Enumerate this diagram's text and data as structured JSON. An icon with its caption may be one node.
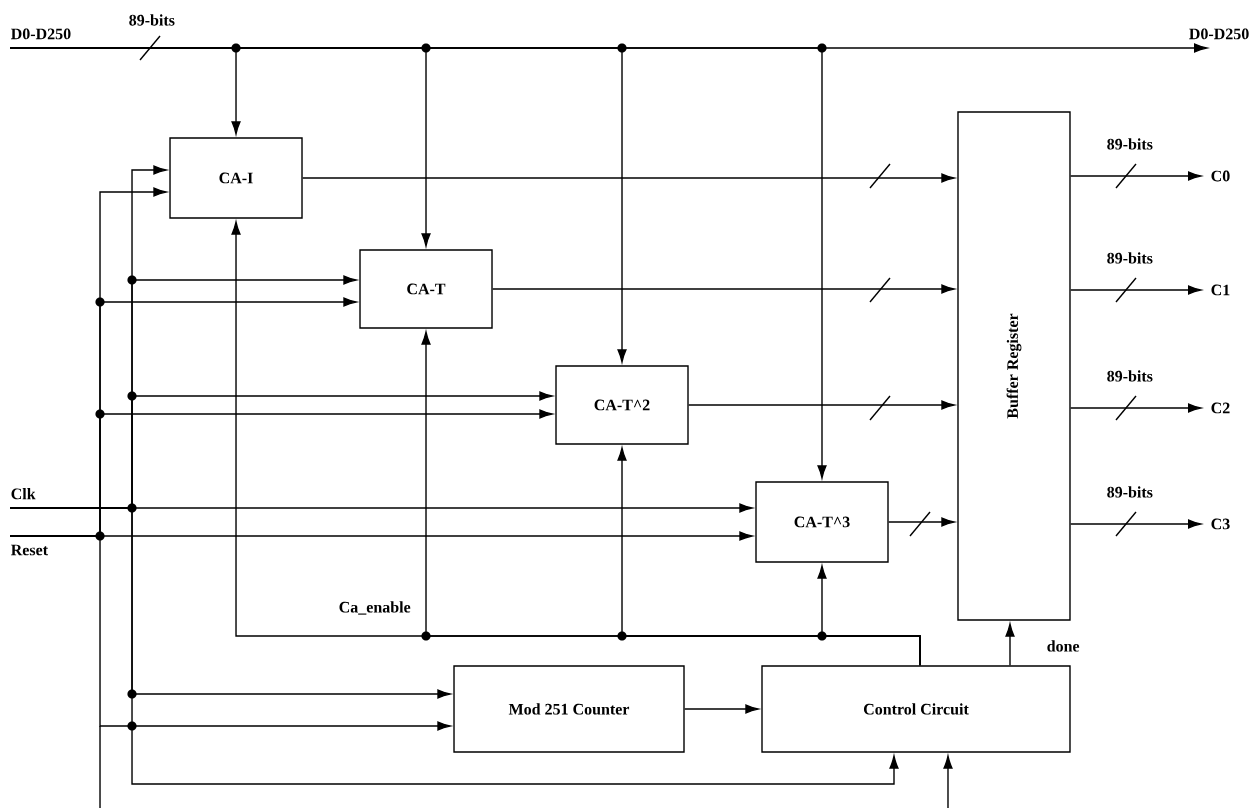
{
  "diagram": {
    "nodes": [
      {
        "text": [
          "D0-D250"
        ]
      },
      {
        "text": [
          "D0-D250"
        ]
      },
      {
        "text": [
          "CA-I"
        ]
      },
      {
        "text": [
          "CA-T"
        ]
      },
      {
        "text": [
          "CA-T^2"
        ]
      },
      {
        "text": [
          "Buffer Register"
        ]
      },
      {
        "text": [
          "C0"
        ]
      },
      {
        "text": [
          "C1"
        ]
      },
      {
        "text": [
          "C2"
        ]
      },
      {
        "text": [
          "C3"
        ]
      },
      {
        "text": [
          "Clk"
        ]
      },
      {
        "text": [
          "CA-T^3"
        ]
      },
      {
        "text": [
          "Reset"
        ]
      },
      {
        "text": [
          "Mod 251 Counter"
        ]
      },
      {
        "text": [
          "Control Circuit"
        ]
      }
    ],
    "edges": [
      {
        "from": 0,
        "to": 1,
        "arrow": "to",
        "label": "89-bits"
      },
      {
        "from": 0,
        "to": 2,
        "arrow": "to"
      },
      {
        "from": 0,
        "to": 3,
        "arrow": "to"
      },
      {
        "from": 0,
        "to": 4,
        "arrow": "to"
      },
      {
        "from": 0,
        "to": 11,
        "arrow": "to"
      },
      {
        "from": 2,
        "to": 5,
        "arrow": "to"
      },
      {
        "from": 3,
        "to": 5,
        "arrow": "to"
      },
      {
        "from": 4,
        "to": 5,
        "arrow": "to"
      },
      {
        "from": 11,
        "to": 5,
        "arrow": "to"
      },
      {
        "from": 5,
        "to": 6,
        "arrow": "to",
        "label": "89-bits"
      },
      {
        "from": 5,
        "to": 7,
        "arrow": "to",
        "label": "89-bits"
      },
      {
        "from": 5,
        "to": 8,
        "arrow": "to",
        "label": "89-bits"
      },
      {
        "from": 5,
        "to": 9,
        "arrow": "to",
        "label": "89-bits"
      },
      {
        "from": 10,
        "to": 2,
        "arrow": "to"
      },
      {
        "from": 10,
        "to": 3,
        "arrow": "to"
      },
      {
        "from": 10,
        "to": 4,
        "arrow": "to"
      },
      {
        "from": 10,
        "to": 11,
        "arrow": "to"
      },
      {
        "from": 10,
        "to": 13,
        "arrow": "to"
      },
      {
        "from": 10,
        "to": 14,
        "arrow": "to"
      },
      {
        "from": 12,
        "to": 2,
        "arrow": "to"
      },
      {
        "from": 12,
        "to": 3,
        "arrow": "to"
      },
      {
        "from": 12,
        "to": 4,
        "arrow": "to"
      },
      {
        "from": 12,
        "to": 11,
        "arrow": "to"
      },
      {
        "from": 12,
        "to": 13,
        "arrow": "to"
      },
      {
        "from": null,
        "to": 14,
        "arrow": "to"
      },
      {
        "from": 13,
        "to": 14,
        "arrow": "to"
      },
      {
        "from": 14,
        "to": 5,
        "arrow": "to",
        "label": "done"
      },
      {
        "from": 14,
        "to": 2,
        "arrow": "to",
        "label": "Ca_enable"
      },
      {
        "from": 14,
        "to": 3,
        "arrow": "to"
      },
      {
        "from": 14,
        "to": 4,
        "arrow": "to"
      },
      {
        "from": 14,
        "to": 11,
        "arrow": "to"
      }
    ]
  }
}
